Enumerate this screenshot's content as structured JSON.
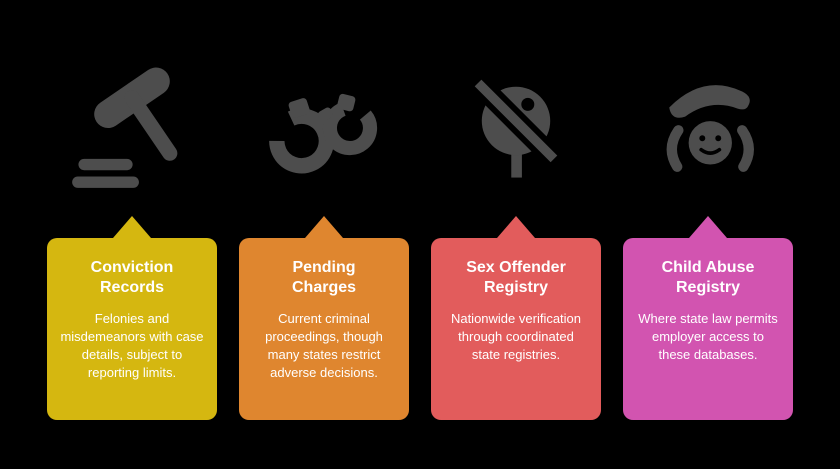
{
  "page": {
    "background": "#000000",
    "icon_color": "#4d4d4d",
    "text_color": "#ffffff"
  },
  "cards": [
    {
      "title": "Conviction Records",
      "body": "Felonies and misdemeanors with case details, subject to reporting limits.",
      "color": "#d5b710",
      "icon": "gavel-icon"
    },
    {
      "title": "Pending Charges",
      "body": "Current criminal proceedings, though many states restrict adverse decisions.",
      "color": "#df862f",
      "icon": "handcuffs-icon"
    },
    {
      "title": "Sex Offender Registry",
      "body": "Nationwide verification through coordinated state registries.",
      "color": "#e25c5c",
      "icon": "banned-registry-icon"
    },
    {
      "title": "Child Abuse Registry",
      "body": "Where state law permits employer access to these databases.",
      "color": "#d254b0",
      "icon": "hand-over-child-icon"
    }
  ]
}
